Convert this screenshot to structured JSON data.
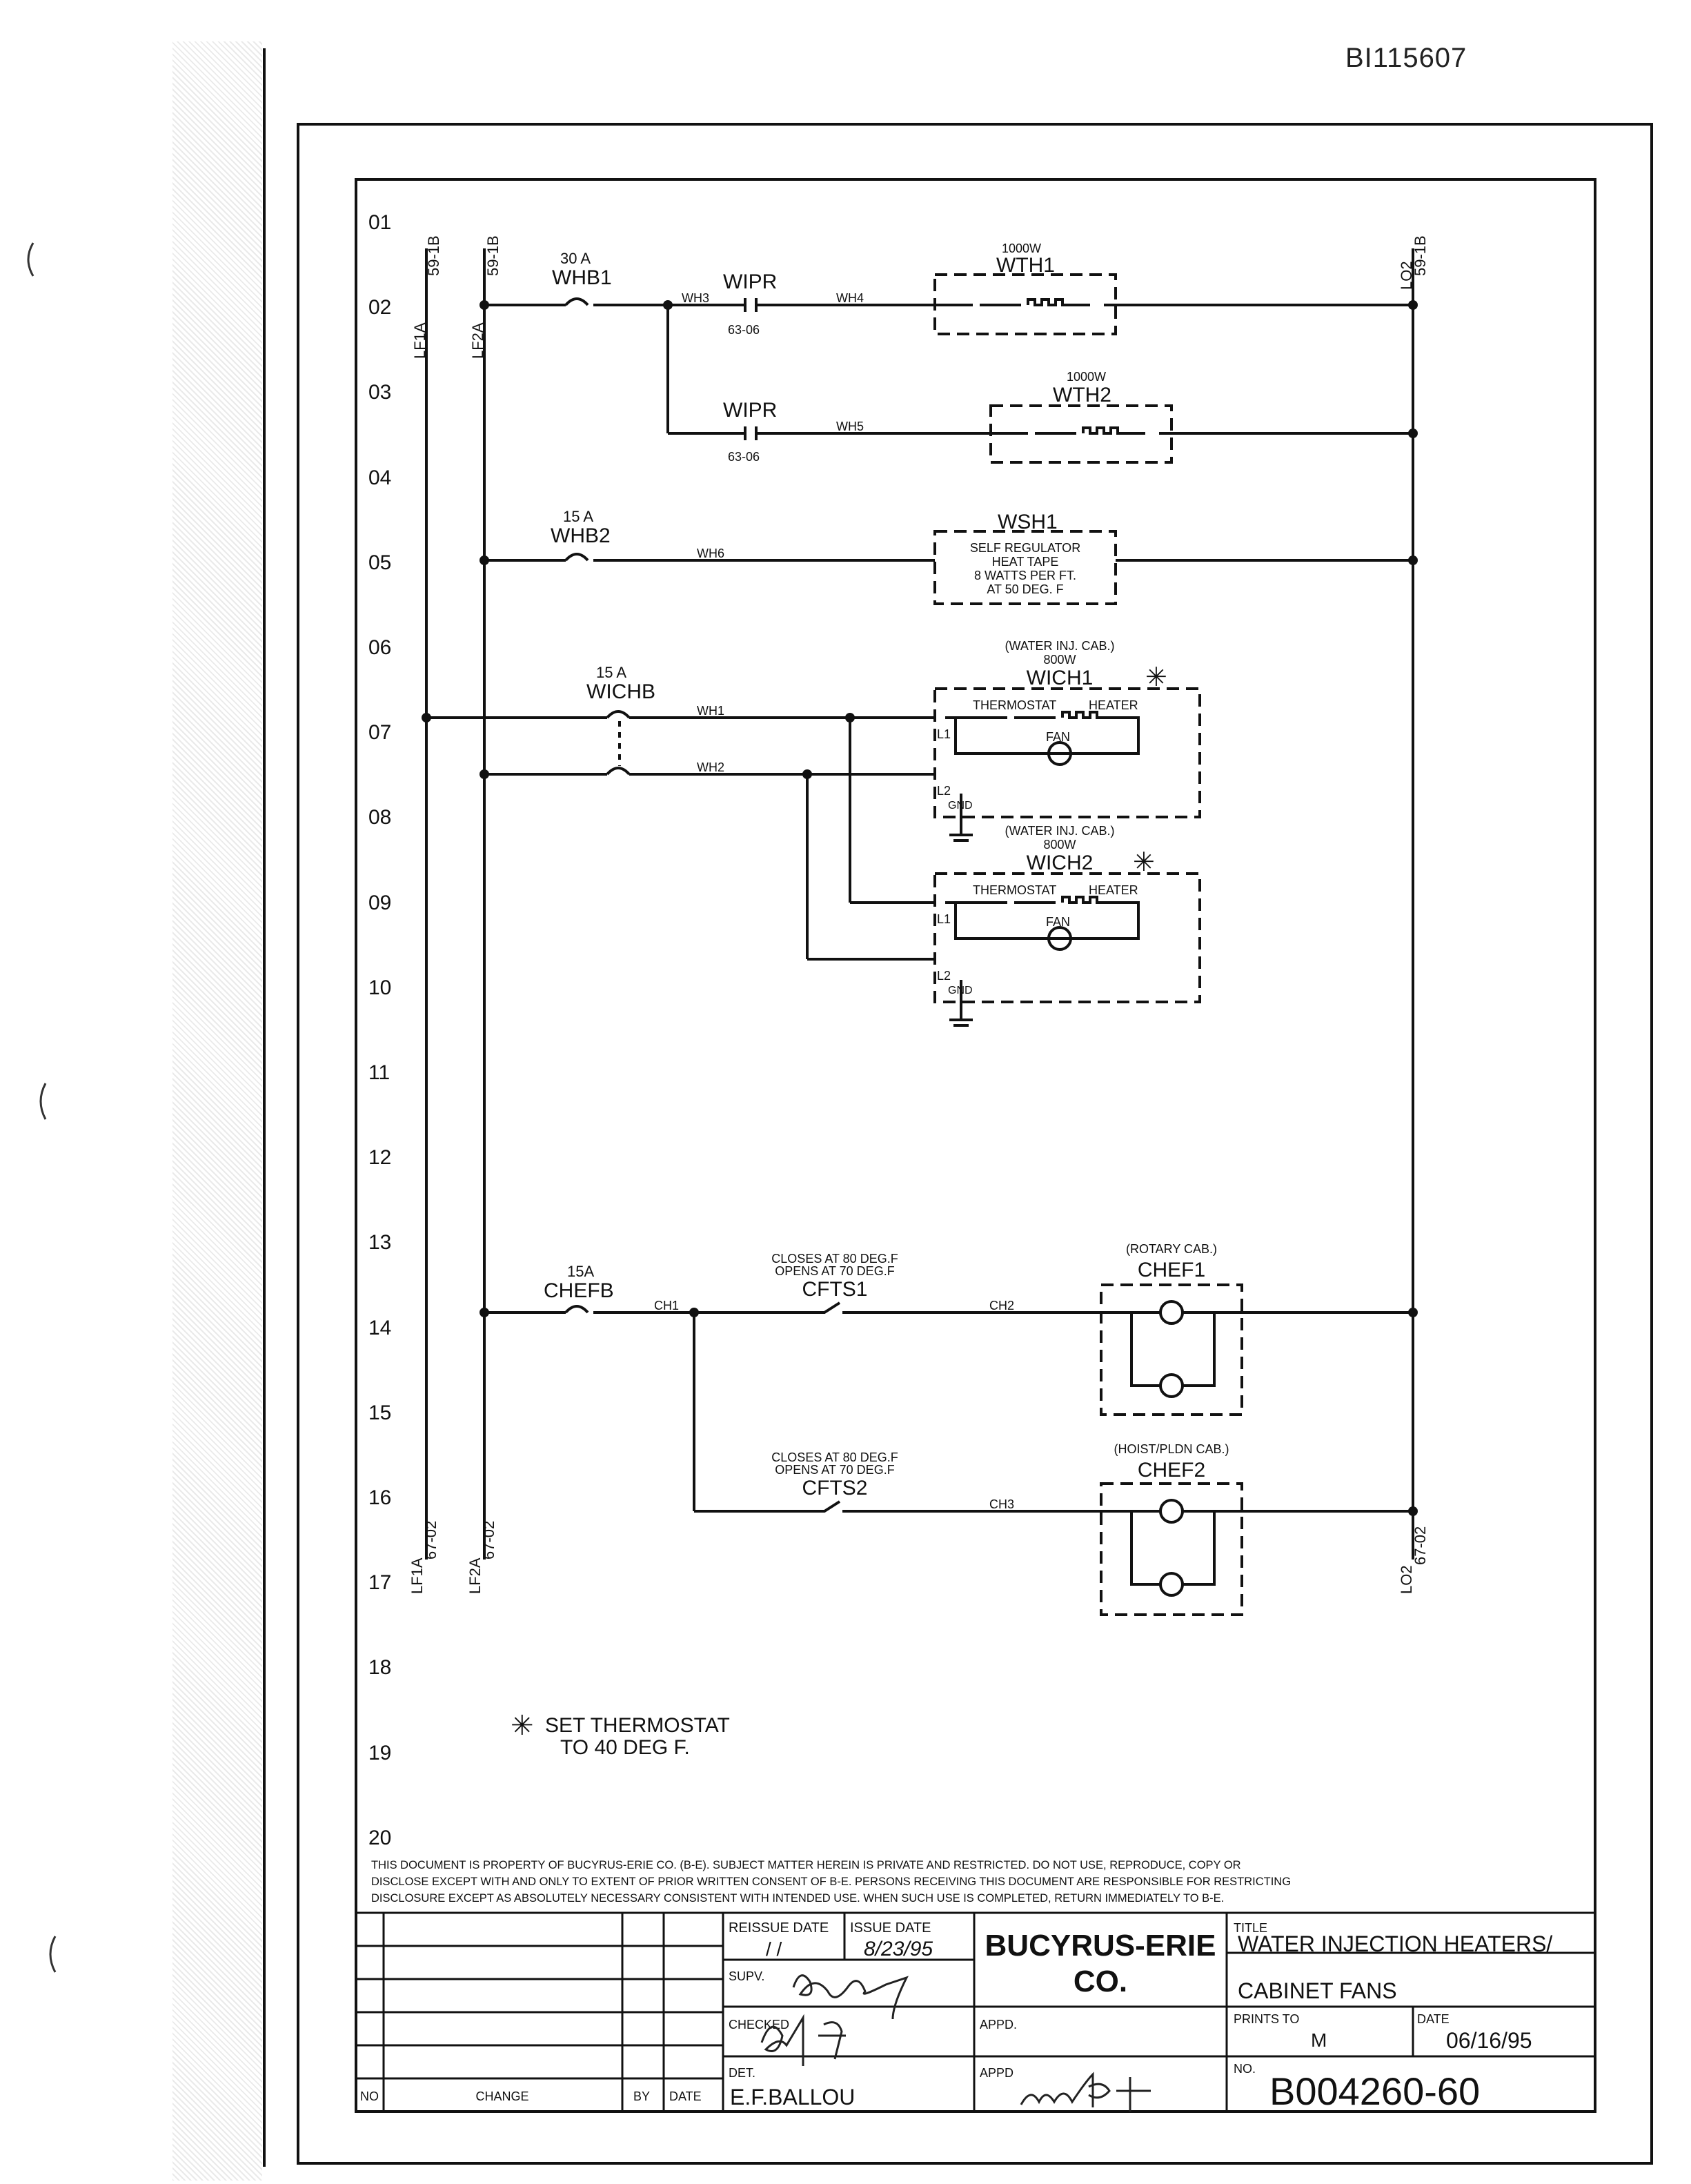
{
  "doc_id": "BI115607",
  "rows": [
    "01",
    "02",
    "03",
    "04",
    "05",
    "06",
    "07",
    "08",
    "09",
    "10",
    "11",
    "12",
    "13",
    "14",
    "15",
    "16",
    "17",
    "18",
    "19",
    "20"
  ],
  "rails": {
    "lf1a_ref_top": "59-1B",
    "lf2a_ref_top": "59-1B",
    "lo2_ref_top": "59-1B",
    "lf1a_label": "LF1A",
    "lf2a_label": "LF2A",
    "lo2_label": "LO2",
    "lf1a_ref_bottom": "67-02",
    "lf2a_ref_bottom": "67-02",
    "lo2_ref_bottom": "67-02"
  },
  "circuits": {
    "whb1": {
      "rating": "30 A",
      "name": "WHB1"
    },
    "wh3": "WH3",
    "wipr1": {
      "name": "WIPR",
      "ref": "63-06"
    },
    "wh4": "WH4",
    "wth1": {
      "rating": "1000W",
      "name": "WTH1"
    },
    "wipr2": {
      "name": "WIPR",
      "ref": "63-06"
    },
    "wh5": "WH5",
    "wth2": {
      "rating": "1000W",
      "name": "WTH2"
    },
    "whb2": {
      "rating": "15 A",
      "name": "WHB2"
    },
    "wh6": "WH6",
    "wsh1": {
      "name": "WSH1",
      "line1": "SELF REGULATOR",
      "line2": "HEAT TAPE",
      "line3": "8 WATTS PER FT.",
      "line4": "AT 50 DEG. F"
    },
    "wichb": {
      "rating": "15 A",
      "name": "WICHB"
    },
    "wh1": "WH1",
    "wh2": "WH2",
    "wich1": {
      "cab": "(WATER INJ. CAB.)",
      "rating": "800W",
      "name": "WICH1",
      "thermostat": "THERMOSTAT",
      "heater": "HEATER",
      "fan": "FAN",
      "l1": "L1",
      "l2": "L2",
      "gnd": "GND"
    },
    "wich2": {
      "cab": "(WATER INJ. CAB.)",
      "rating": "800W",
      "name": "WICH2",
      "thermostat": "THERMOSTAT",
      "heater": "HEATER",
      "fan": "FAN",
      "l1": "L1",
      "l2": "L2",
      "gnd": "GND"
    },
    "chefb": {
      "rating": "15A",
      "name": "CHEFB"
    },
    "ch1": "CH1",
    "cfts1": {
      "line1": "CLOSES AT 80 DEG.F",
      "line2": "OPENS AT 70 DEG.F",
      "name": "CFTS1"
    },
    "ch2": "CH2",
    "chef1": {
      "cab": "(ROTARY CAB.)",
      "name": "CHEF1"
    },
    "cfts2": {
      "line1": "CLOSES AT 80 DEG.F",
      "line2": "OPENS AT 70 DEG.F",
      "name": "CFTS2"
    },
    "ch3": "CH3",
    "chef2": {
      "cab": "(HOIST/PLDN CAB.)",
      "name": "CHEF2"
    }
  },
  "note": {
    "star": "✳",
    "line1": "SET THERMOSTAT",
    "line2": "TO 40 DEG F."
  },
  "legal": {
    "line1": "THIS DOCUMENT IS PROPERTY OF BUCYRUS-ERIE CO. (B-E). SUBJECT MATTER HEREIN IS PRIVATE AND RESTRICTED. DO NOT USE, REPRODUCE, COPY OR",
    "line2": "DISCLOSE EXCEPT WITH AND ONLY TO EXTENT OF PRIOR WRITTEN CONSENT OF B-E. PERSONS RECEIVING THIS DOCUMENT ARE RESPONSIBLE FOR RESTRICTING",
    "line3": "DISCLOSURE EXCEPT AS ABSOLUTELY NECESSARY CONSISTENT WITH INTENDED USE. WHEN SUCH USE IS COMPLETED, RETURN IMMEDIATELY TO B-E."
  },
  "title_block": {
    "col_no": "NO",
    "col_change": "CHANGE",
    "col_by": "BY",
    "col_date": "DATE",
    "reissue_label": "REISSUE DATE",
    "reissue_value": "/ /",
    "issue_label": "ISSUE DATE",
    "issue_value": "8/23/95",
    "supv_label": "SUPV.",
    "checked_label": "CHECKED",
    "det_label": "DET.",
    "det_value": "E.F.BALLOU",
    "appd_label1": "APPD.",
    "appd_label2": "APPD",
    "company1": "BUCYRUS-ERIE",
    "company2": "CO.",
    "title_label": "TITLE",
    "title1": "WATER INJECTION HEATERS/",
    "title2": "CABINET FANS",
    "prints_label": "PRINTS TO",
    "prints_value": "M",
    "date_label": "DATE",
    "date_value": "06/16/95",
    "no_label": "NO.",
    "drawing_no": "B004260-60"
  }
}
